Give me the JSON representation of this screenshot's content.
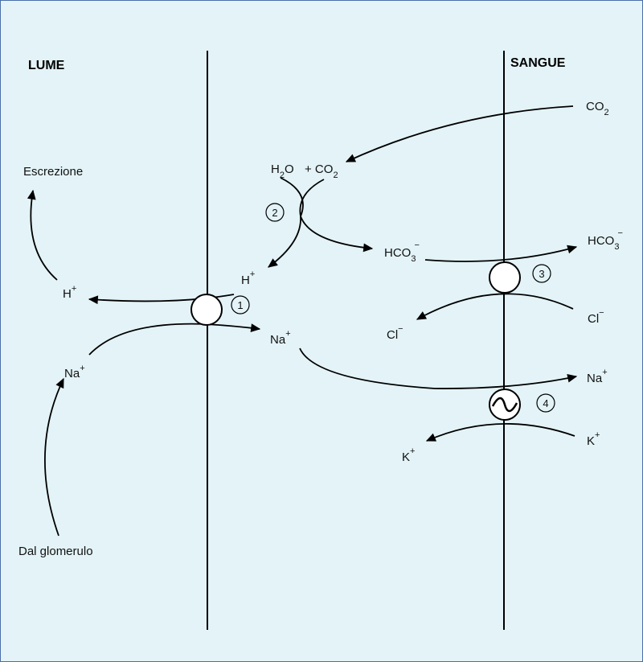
{
  "regions": {
    "left": "LUME",
    "right": "SANGUE"
  },
  "labels": {
    "excretion": "Escrezione",
    "glomerulus": "Dal  glomerulo",
    "h_lumen": "H",
    "h_lumen_sup": "+",
    "na_lumen": "Na",
    "na_lumen_sup": "+",
    "h_cell": "H",
    "h_cell_sup": "+",
    "na_cell": "Na",
    "na_cell_sup": "+",
    "h2o": "H",
    "h2o_sub": "2",
    "h2o_tail": "O",
    "plus_co2": "+ CO",
    "plus_co2_sub": "2",
    "co2_blood": "CO",
    "co2_blood_sub": "2",
    "hco3_cell": "HCO",
    "hco3_cell_sub": "3",
    "hco3_cell_sup": "−",
    "hco3_blood": "HCO",
    "hco3_blood_sub": "3",
    "hco3_blood_sup": "−",
    "cl_cell": "Cl",
    "cl_cell_sup": "−",
    "cl_blood": "Cl",
    "cl_blood_sup": "−",
    "na_blood": "Na",
    "na_blood_sup": "+",
    "k_blood": "K",
    "k_blood_sup": "+",
    "k_cell": "K",
    "k_cell_sup": "+"
  },
  "steps": [
    "1",
    "2",
    "3",
    "4"
  ],
  "pump_symbol": "~",
  "colors": {
    "background": "#e3f3f7",
    "border": "#4a6fa8",
    "ink": "#000000"
  }
}
